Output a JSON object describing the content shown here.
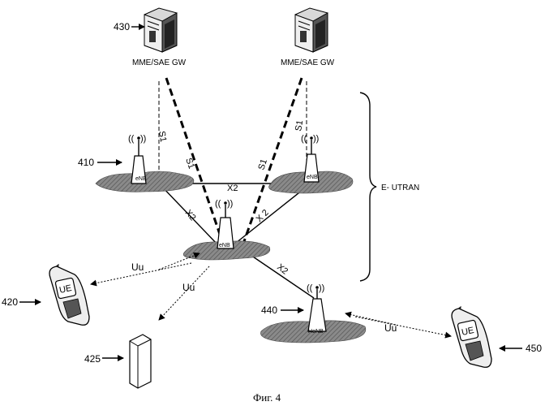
{
  "refs": {
    "r430": "430",
    "r410": "410",
    "r420": "420",
    "r425": "425",
    "r440": "440",
    "r450": "450"
  },
  "nodes": {
    "mme_left": "MME/SAE GW",
    "mme_right": "MME/SAE GW",
    "enb_left": "eNB",
    "enb_right": "eNB",
    "enb_center": "eNB",
    "henb": "HeNB",
    "ue_left": "UE",
    "ue_right": "UE"
  },
  "links": {
    "s1_a": "S1",
    "s1_b": "S1",
    "s1_c": "S1",
    "s1_d": "S1",
    "x2_top": "X2",
    "x2_left": "X2",
    "x2_right": "X 2",
    "x2_henb": "X2",
    "uu_1": "Uu",
    "uu_2": "Uu",
    "uu_3": "Uu"
  },
  "brace_label": "E- UTRAN",
  "caption": "Фиг. 4"
}
